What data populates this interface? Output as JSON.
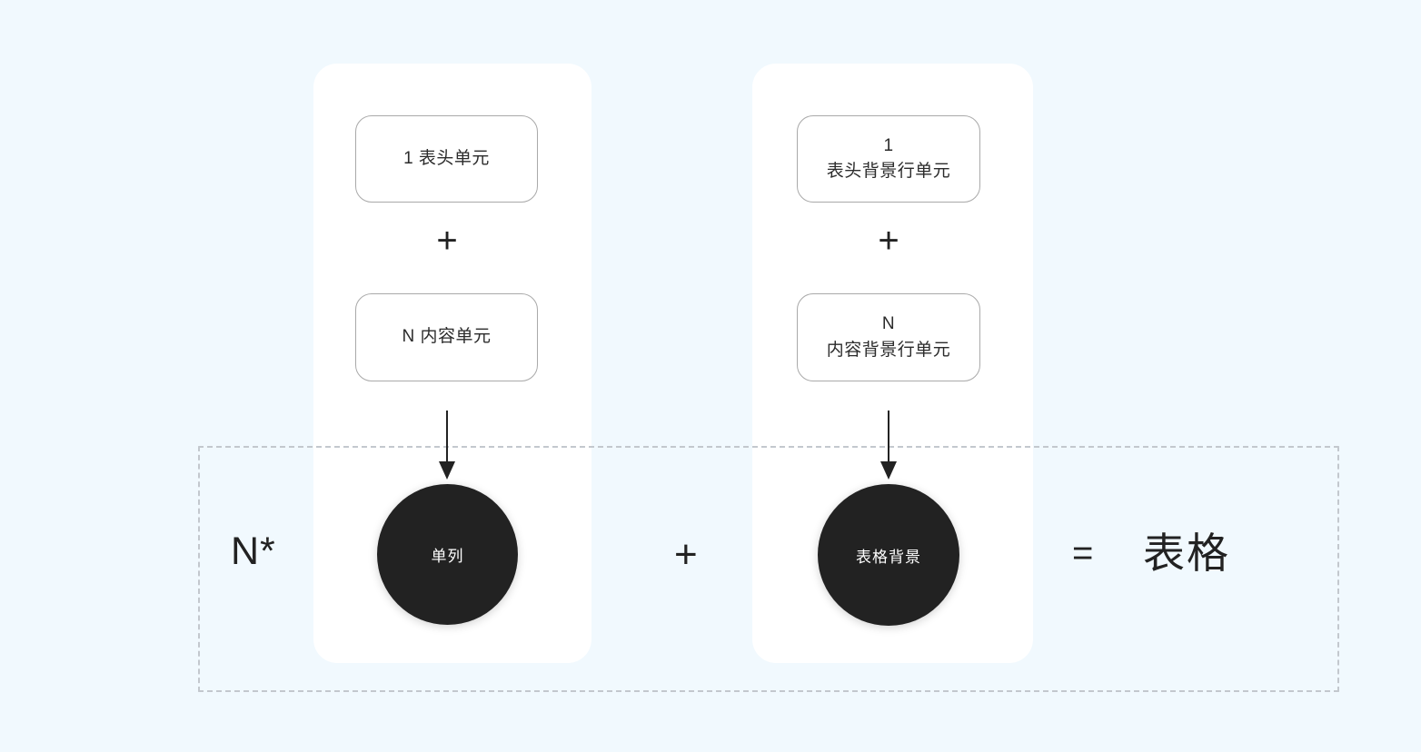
{
  "canvas": {
    "background_color": "#f1f9fe",
    "ink_color": "#222222"
  },
  "panels": [
    {
      "name": "column-panel",
      "background_color": "#ffffff"
    },
    {
      "name": "background-panel",
      "background_color": "#ffffff"
    }
  ],
  "column_group": {
    "header_cell": {
      "label": "1 表头单元"
    },
    "operator": "+",
    "content_cell": {
      "label": "N 内容单元"
    },
    "result_token": {
      "label": "单列",
      "fill": "#222222",
      "text_color": "#ffffff"
    }
  },
  "background_group": {
    "header_cell": {
      "label": "1\n表头背景行单元"
    },
    "operator": "+",
    "content_cell": {
      "label": "N\n内容背景行单元"
    },
    "result_token": {
      "label": "表格背景",
      "fill": "#222222",
      "text_color": "#ffffff"
    }
  },
  "equation": {
    "multiplier": "N*",
    "operator_plus": "+",
    "operator_equals": "=",
    "result": "表格",
    "frame_border_color": "#c3c8ce",
    "frame_style": "dashed"
  }
}
